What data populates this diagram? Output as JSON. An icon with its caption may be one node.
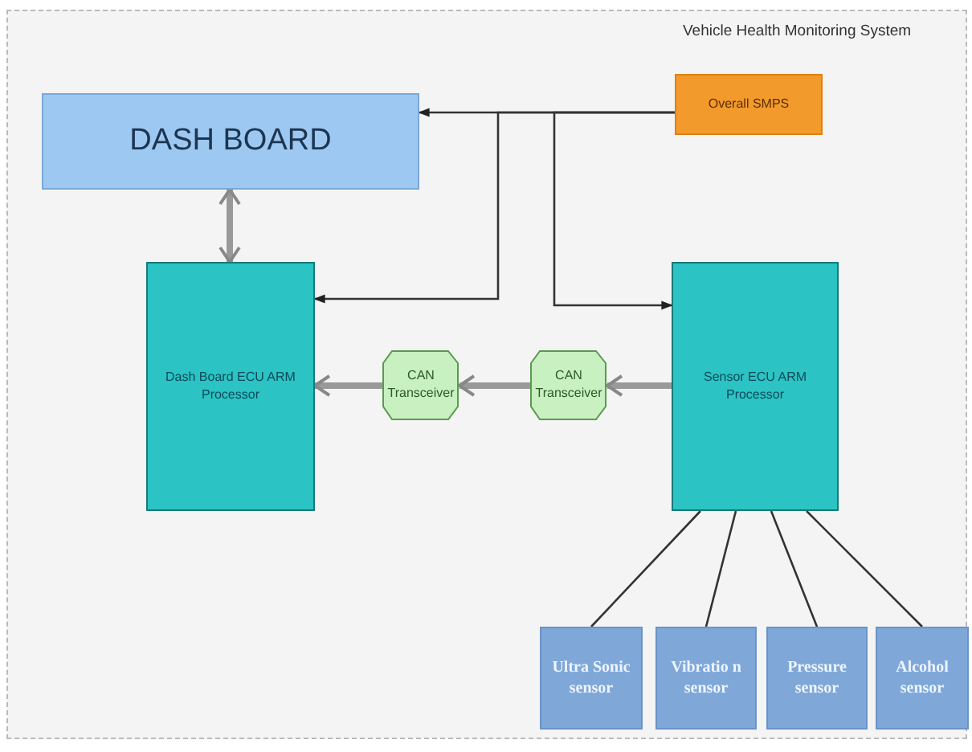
{
  "diagram": {
    "title": "Vehicle Health Monitoring System",
    "nodes": [
      {
        "text": [
          "DASH BOARD"
        ]
      },
      {
        "text": [
          "Overall SMPS"
        ]
      },
      {
        "text": [
          "Dash Board ECU ARM Processor"
        ]
      },
      {
        "text": [
          "CAN Transceiver"
        ]
      },
      {
        "text": [
          "CAN Transceiver"
        ]
      },
      {
        "text": [
          "Sensor ECU ARM Processor"
        ]
      },
      {
        "text": [
          "Ultra Sonic sensor"
        ]
      },
      {
        "text": [
          "Vibratio n sensor"
        ]
      },
      {
        "text": [
          "Pressure sensor"
        ]
      },
      {
        "text": [
          "Alcohol sensor"
        ]
      }
    ],
    "edges": [
      {
        "from": 1,
        "to": 0,
        "arrow": "to"
      },
      {
        "from": 1,
        "to": 2,
        "arrow": "to"
      },
      {
        "from": 1,
        "to": 5,
        "arrow": "to"
      },
      {
        "from": 0,
        "to": 2,
        "arrow": "both",
        "style": "thick",
        "color": "#999999"
      },
      {
        "from": 3,
        "to": 2,
        "arrow": "to",
        "style": "thick",
        "color": "#999999"
      },
      {
        "from": 4,
        "to": 3,
        "arrow": "to",
        "style": "thick",
        "color": "#999999"
      },
      {
        "from": 5,
        "to": 4,
        "arrow": "to",
        "style": "thick",
        "color": "#999999"
      },
      {
        "from": 5,
        "to": 6,
        "arrow": "none"
      },
      {
        "from": 5,
        "to": 7,
        "arrow": "none"
      },
      {
        "from": 5,
        "to": 8,
        "arrow": "none"
      },
      {
        "from": 5,
        "to": 9,
        "arrow": "none"
      }
    ]
  }
}
